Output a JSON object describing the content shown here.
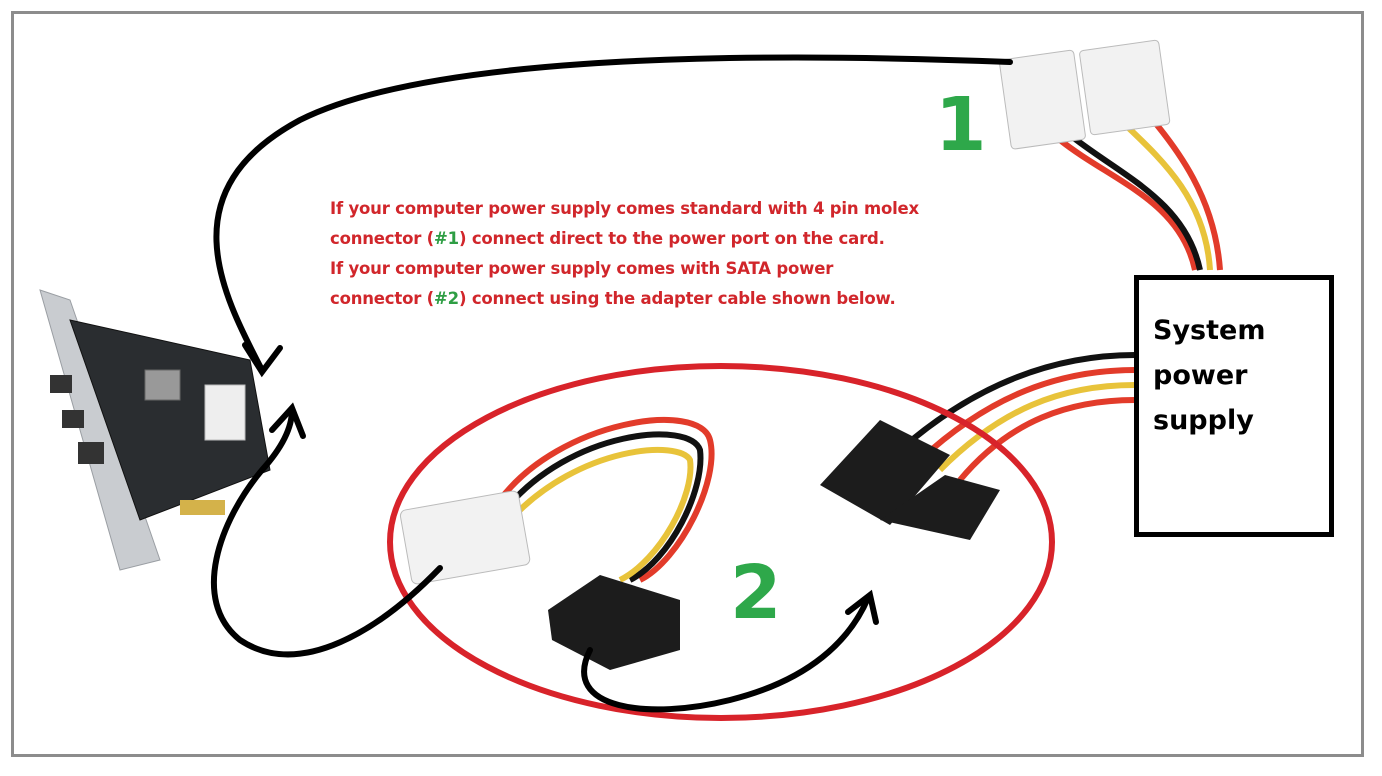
{
  "instructions": {
    "line1": "If your computer power supply comes standard with 4 pin molex",
    "line2_pre": "connector (",
    "line2_ref": "#1",
    "line2_post": ") connect direct to the power port on the card.",
    "line3": "If your computer power supply comes with SATA power",
    "line4_pre": "connector (",
    "line4_ref": "#2",
    "line4_post": ") connect using the adapter cable shown below."
  },
  "labels": {
    "one": "1",
    "two": "2"
  },
  "psu_box": {
    "label": "System power supply"
  },
  "colors": {
    "text_red": "#d1262b",
    "label_green": "#2ea84a",
    "ellipse_red": "#d8232a",
    "arrow": "#000000"
  }
}
